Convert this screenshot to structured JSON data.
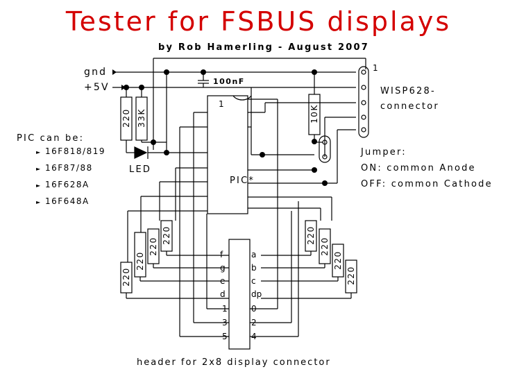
{
  "title": "Tester for FSBUS displays",
  "byline": "by Rob Hamerling - August 2007",
  "rails": {
    "gnd": "gnd",
    "vcc": "+5V"
  },
  "cap_label": "100nF",
  "wisp": {
    "line1": "WISP628-",
    "line2": "connector",
    "pin1": "1"
  },
  "pic": {
    "label": "PIC*",
    "pin1": "1"
  },
  "pic_can_be": {
    "heading": "PIC can be:",
    "items": [
      "16F818/819",
      "16F87/88",
      "16F628A",
      "16F648A"
    ]
  },
  "led_label": "LED",
  "jumper": {
    "heading": "Jumper:",
    "on": "ON: common Anode",
    "off": "OFF: common Cathode"
  },
  "resistors": {
    "r220": "220",
    "r33k": "33K",
    "r10k": "10K"
  },
  "header": {
    "caption": "header for 2x8 display connector",
    "left_pins": [
      "f",
      "g",
      "e",
      "d",
      "1",
      "3",
      "5"
    ],
    "right_pins": [
      "a",
      "b",
      "c",
      "dp",
      "0",
      "2",
      "4"
    ]
  },
  "colors": {
    "title": "#d40000",
    "ink": "#000000"
  }
}
